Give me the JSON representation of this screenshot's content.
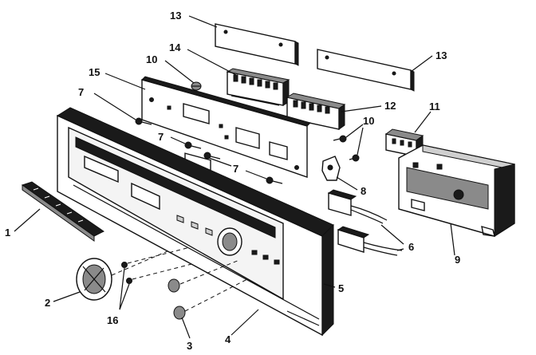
{
  "diagram": {
    "callouts": [
      {
        "id": "c1",
        "label": "1"
      },
      {
        "id": "c2",
        "label": "2"
      },
      {
        "id": "c3",
        "label": "3"
      },
      {
        "id": "c4",
        "label": "4"
      },
      {
        "id": "c5",
        "label": "5"
      },
      {
        "id": "c6",
        "label": "6"
      },
      {
        "id": "c7a",
        "label": "7"
      },
      {
        "id": "c7b",
        "label": "7"
      },
      {
        "id": "c7c",
        "label": "7"
      },
      {
        "id": "c8",
        "label": "8"
      },
      {
        "id": "c9",
        "label": "9"
      },
      {
        "id": "c10a",
        "label": "10"
      },
      {
        "id": "c10b",
        "label": "10"
      },
      {
        "id": "c11",
        "label": "11"
      },
      {
        "id": "c12",
        "label": "12"
      },
      {
        "id": "c13a",
        "label": "13"
      },
      {
        "id": "c13b",
        "label": "13"
      },
      {
        "id": "c14",
        "label": "14"
      },
      {
        "id": "c15",
        "label": "15"
      },
      {
        "id": "c16",
        "label": "16"
      }
    ]
  }
}
